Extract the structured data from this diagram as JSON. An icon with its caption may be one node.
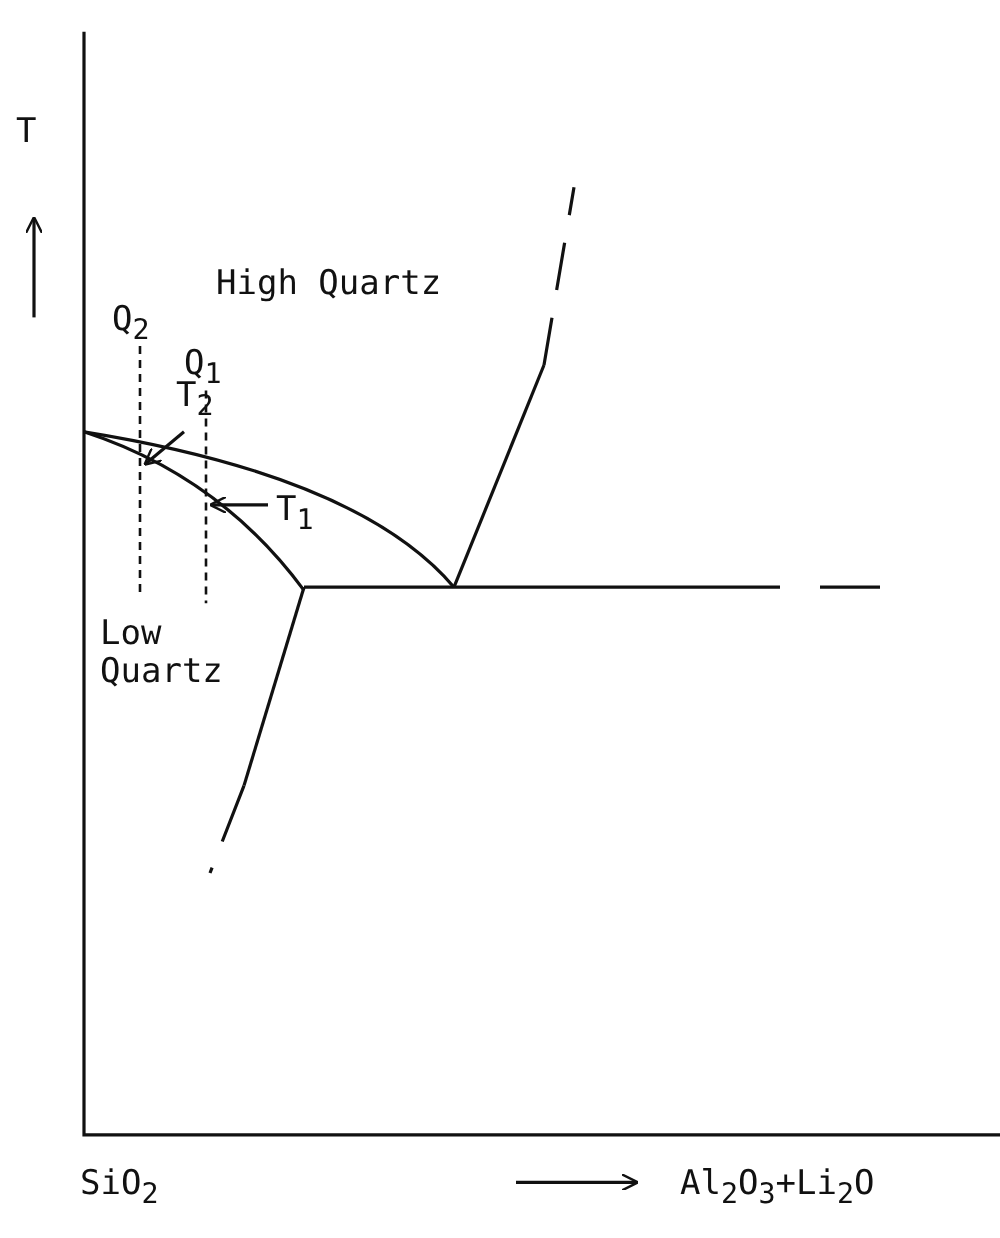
{
  "diagram": {
    "nodes": [
      {
        "text": [
          "T$_{2}$"
        ]
      },
      {
        "text": [
          "T$_{1}$"
        ]
      }
    ],
    "edges": [
      {
        "from": 0,
        "to": null,
        "arrow": "to"
      },
      {
        "from": 1,
        "to": null,
        "arrow": "to"
      }
    ],
    "labels": [
      "T",
      "High Quartz",
      "Q$_{2}$",
      "Q$_{1}$",
      "Low Quartz",
      "SiO$_{2}$",
      "Al$_{2}$O$_{3}$+Li$_{2}$O"
    ]
  }
}
